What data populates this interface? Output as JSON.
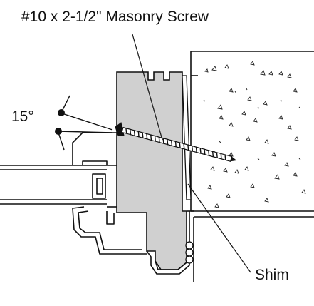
{
  "labels": {
    "screw": "#10 x 2-1/2\" Masonry Screw",
    "angle": "15°",
    "shim": "Shim"
  },
  "colors": {
    "line": "#111111",
    "frame_fill": "#d0d0d0",
    "background": "#ffffff",
    "masonry_marks": "#222222"
  }
}
